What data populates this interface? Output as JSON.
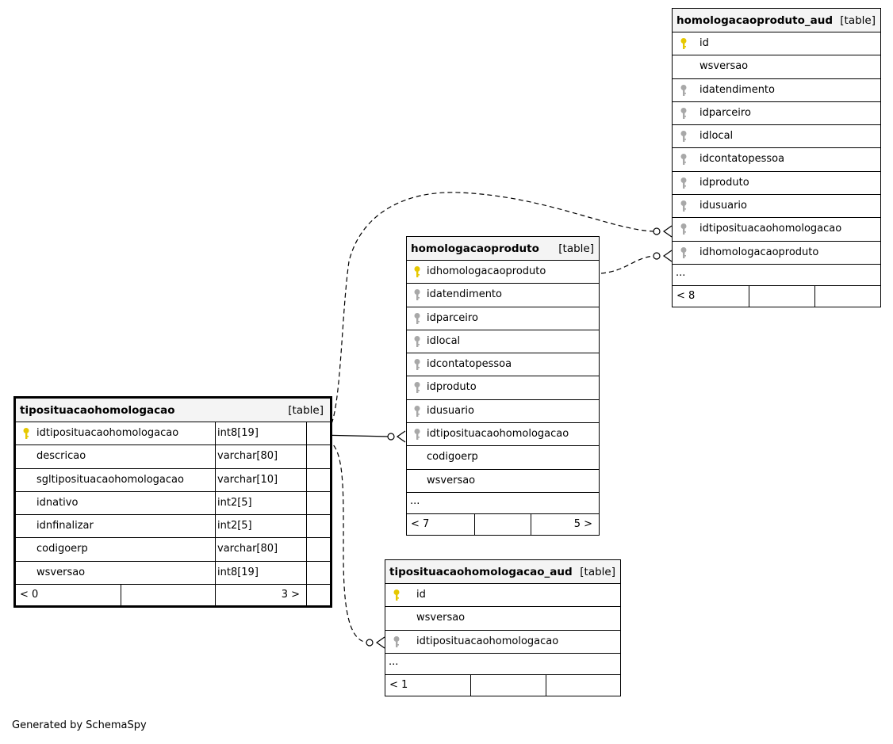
{
  "tables": {
    "hpa": {
      "name": "homologacaoproduto_aud",
      "kind": "[table]",
      "columns": [
        {
          "name": "id",
          "key": "pk"
        },
        {
          "name": "wsversao",
          "key": "none"
        },
        {
          "name": "idatendimento",
          "key": "fk"
        },
        {
          "name": "idparceiro",
          "key": "fk"
        },
        {
          "name": "idlocal",
          "key": "fk"
        },
        {
          "name": "idcontatopessoa",
          "key": "fk"
        },
        {
          "name": "idproduto",
          "key": "fk"
        },
        {
          "name": "idusuario",
          "key": "fk"
        },
        {
          "name": "idtiposituacaohomologacao",
          "key": "fk"
        },
        {
          "name": "idhomologacaoproduto",
          "key": "fk"
        }
      ],
      "ellipsis": "...",
      "footer_left": "< 8",
      "footer_right": ""
    },
    "hp": {
      "name": "homologacaoproduto",
      "kind": "[table]",
      "columns": [
        {
          "name": "idhomologacaoproduto",
          "key": "pk"
        },
        {
          "name": "idatendimento",
          "key": "fk"
        },
        {
          "name": "idparceiro",
          "key": "fk"
        },
        {
          "name": "idlocal",
          "key": "fk"
        },
        {
          "name": "idcontatopessoa",
          "key": "fk"
        },
        {
          "name": "idproduto",
          "key": "fk"
        },
        {
          "name": "idusuario",
          "key": "fk"
        },
        {
          "name": "idtiposituacaohomologacao",
          "key": "fk"
        },
        {
          "name": "codigoerp",
          "key": "none"
        },
        {
          "name": "wsversao",
          "key": "none"
        }
      ],
      "ellipsis": "...",
      "footer_left": "< 7",
      "footer_right": "5 >"
    },
    "tsh": {
      "name": "tiposituacaohomologacao",
      "kind": "[table]",
      "columns": [
        {
          "name": "idtiposituacaohomologacao",
          "type": "int8[19]",
          "key": "pk"
        },
        {
          "name": "descricao",
          "type": "varchar[80]",
          "key": "none"
        },
        {
          "name": "sgltiposituacaohomologacao",
          "type": "varchar[10]",
          "key": "none"
        },
        {
          "name": "idnativo",
          "type": "int2[5]",
          "key": "none"
        },
        {
          "name": "idnfinalizar",
          "type": "int2[5]",
          "key": "none"
        },
        {
          "name": "codigoerp",
          "type": "varchar[80]",
          "key": "none"
        },
        {
          "name": "wsversao",
          "type": "int8[19]",
          "key": "none"
        }
      ],
      "footer_left": "< 0",
      "footer_right": "3 >"
    },
    "tsha": {
      "name": "tiposituacaohomologacao_aud",
      "kind": "[table]",
      "columns": [
        {
          "name": "id",
          "key": "pk"
        },
        {
          "name": "wsversao",
          "key": "none"
        },
        {
          "name": "idtiposituacaohomologacao",
          "key": "fk"
        }
      ],
      "ellipsis": "...",
      "footer_left": "< 1",
      "footer_right": ""
    }
  },
  "relationships": [
    {
      "from": "tiposituacaohomologacao.idtiposituacaohomologacao",
      "to": "homologacaoproduto.idtiposituacaohomologacao",
      "style": "solid"
    },
    {
      "from": "tiposituacaohomologacao.idtiposituacaohomologacao",
      "to": "homologacaoproduto_aud.idtiposituacaohomologacao",
      "style": "dashed"
    },
    {
      "from": "tiposituacaohomologacao.idtiposituacaohomologacao",
      "to": "tiposituacaohomologacao_aud.idtiposituacaohomologacao",
      "style": "dashed"
    },
    {
      "from": "homologacaoproduto.idhomologacaoproduto",
      "to": "homologacaoproduto_aud.idhomologacaoproduto",
      "style": "dashed"
    }
  ],
  "icons": {
    "pk": "primary-key-icon",
    "fk": "foreign-key-icon"
  },
  "colors": {
    "pk": "#e6c800",
    "fk": "#a8a8a8",
    "header_bg": "#f4f4f4"
  },
  "credit": "Generated by SchemaSpy"
}
